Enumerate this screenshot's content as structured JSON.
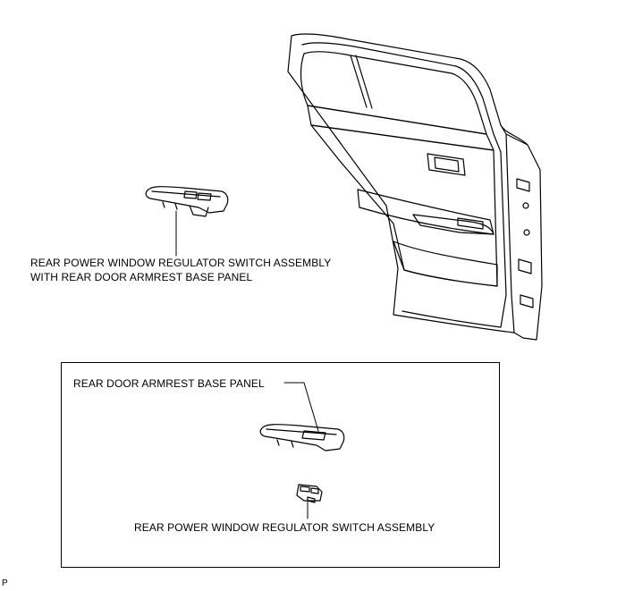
{
  "labels": {
    "assembly_with_panel_line1": "REAR POWER WINDOW REGULATOR SWITCH ASSEMBLY",
    "assembly_with_panel_line2": "WITH REAR DOOR ARMREST BASE PANEL",
    "armrest_base_panel": "REAR DOOR ARMREST BASE PANEL",
    "switch_assembly": "REAR POWER WINDOW REGULATOR SWITCH ASSEMBLY",
    "corner_code": "P"
  }
}
